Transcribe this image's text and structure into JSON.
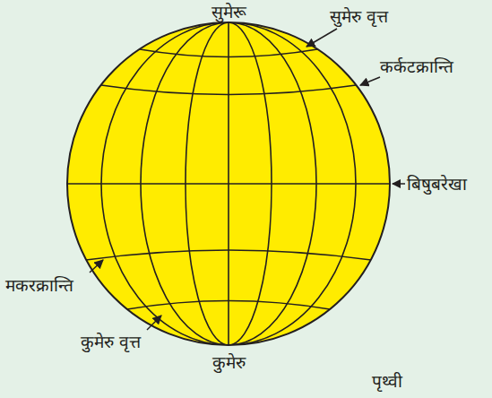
{
  "diagram": {
    "caption": "पृथ्वी",
    "labels": [
      "सुमेरू",
      "सुमेरु वृत्त",
      "कर्कटक्रान्ति",
      "बिषुबरेखा",
      "मकरक्रान्ति",
      "कुमेरु वृत्त",
      "कुमेरु"
    ]
  }
}
